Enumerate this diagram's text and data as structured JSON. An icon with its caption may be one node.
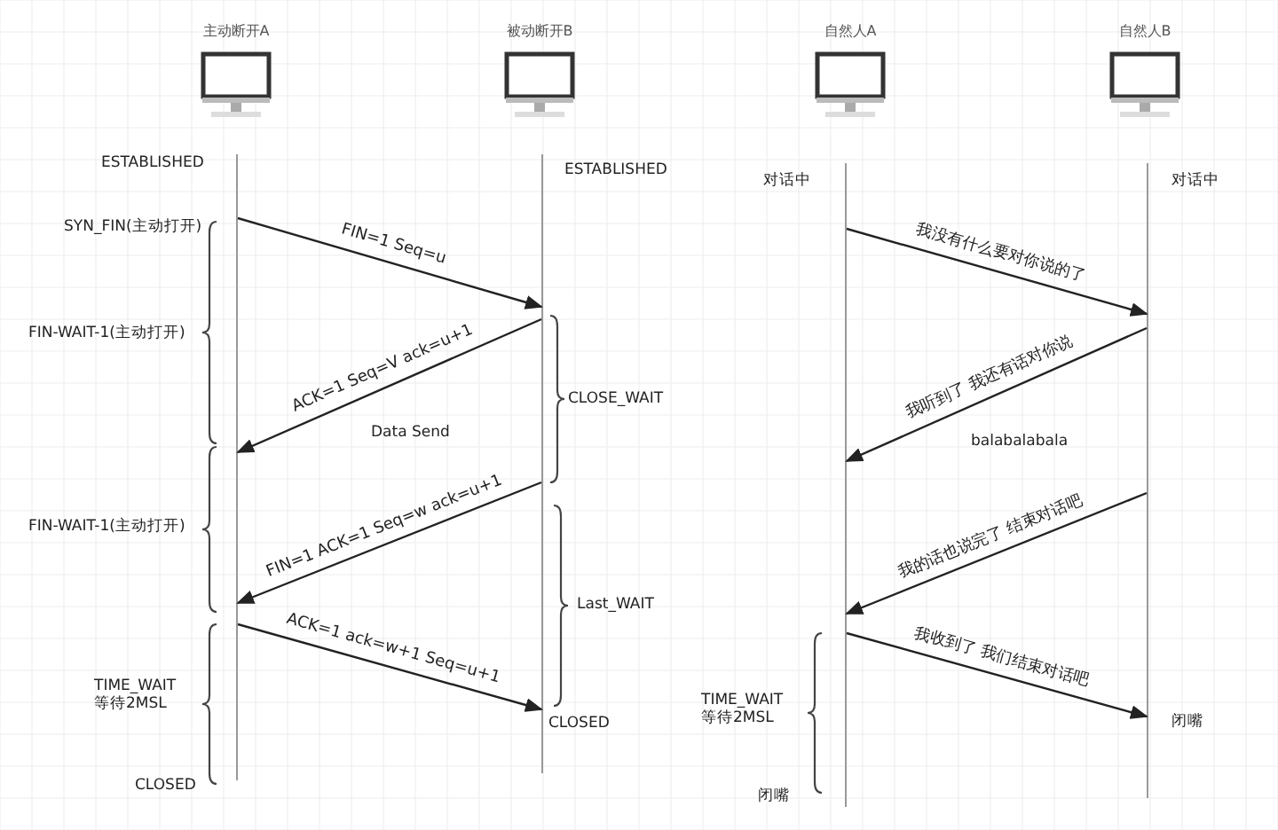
{
  "diagram": {
    "nodes": [
      {
        "text": [
          "主动断开A"
        ]
      },
      {
        "text": [
          "被动断开B"
        ]
      },
      {
        "text": [
          "自然人A"
        ]
      },
      {
        "text": [
          "自然人B"
        ]
      },
      {
        "text": [],
        "shape": "line"
      },
      {
        "text": [],
        "shape": "line"
      },
      {
        "text": [],
        "shape": "line"
      },
      {
        "text": [],
        "shape": "line"
      }
    ],
    "edges": [
      {
        "from": 4,
        "to": 5,
        "arrow": "to",
        "label": "FIN=1 Seq=u"
      },
      {
        "from": 5,
        "to": 4,
        "arrow": "to",
        "label": "ACK=1 Seq=V ack=u+1"
      },
      {
        "from": 5,
        "to": 4,
        "arrow": "to",
        "label": "FIN=1 ACK=1 Seq=w ack=u+1"
      },
      {
        "from": 4,
        "to": 5,
        "arrow": "to",
        "label": "ACK=1 ack=w+1 Seq=u+1"
      },
      {
        "from": 6,
        "to": 7,
        "arrow": "to",
        "label": "我没有什么要对你说的了"
      },
      {
        "from": 7,
        "to": 6,
        "arrow": "to",
        "label": "我听到了 我还有话对你说"
      },
      {
        "from": 7,
        "to": 6,
        "arrow": "to",
        "label": "我的话也说完了 结束对话吧"
      },
      {
        "from": 6,
        "to": 7,
        "arrow": "to",
        "label": "我收到了 我们结束对话吧"
      }
    ],
    "labels": [
      "ESTABLISHED",
      "ESTABLISHED",
      "对话中",
      "对话中",
      "SYN_FIN(主动打开)",
      "FIN-WAIT-1(主动打开)",
      "CLOSE_WAIT",
      "Data Send",
      "balabalabala",
      "FIN-WAIT-1(主动打开)",
      "Last_WAIT",
      "TIME_WAIT 等待2MSL",
      "TIME_WAIT 等待2MSL",
      "CLOSED",
      "闭嘴",
      "CLOSED",
      "闭嘴"
    ]
  }
}
